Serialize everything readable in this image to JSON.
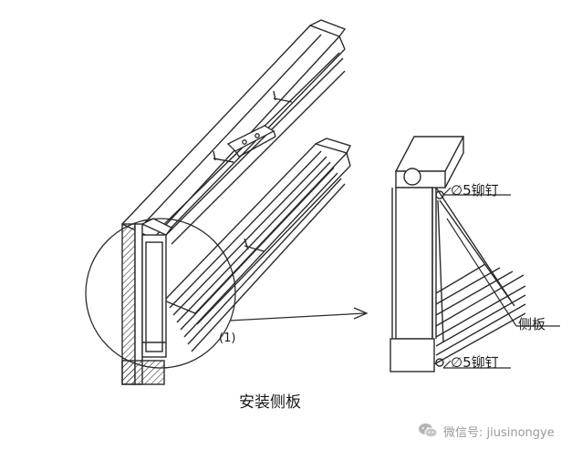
{
  "labels": {
    "rivet_top": "∅5铆钉",
    "side_panel": "侧板",
    "rivet_bottom": "∅5铆钉",
    "detail_marker": "(1)",
    "caption": "安装侧板"
  },
  "watermark": {
    "text": "微信号: jiusinongye",
    "icon": "wechat-icon"
  },
  "colors": {
    "line": "#2b2b2b",
    "watermark": "#9a9a9a",
    "background": "#ffffff"
  }
}
